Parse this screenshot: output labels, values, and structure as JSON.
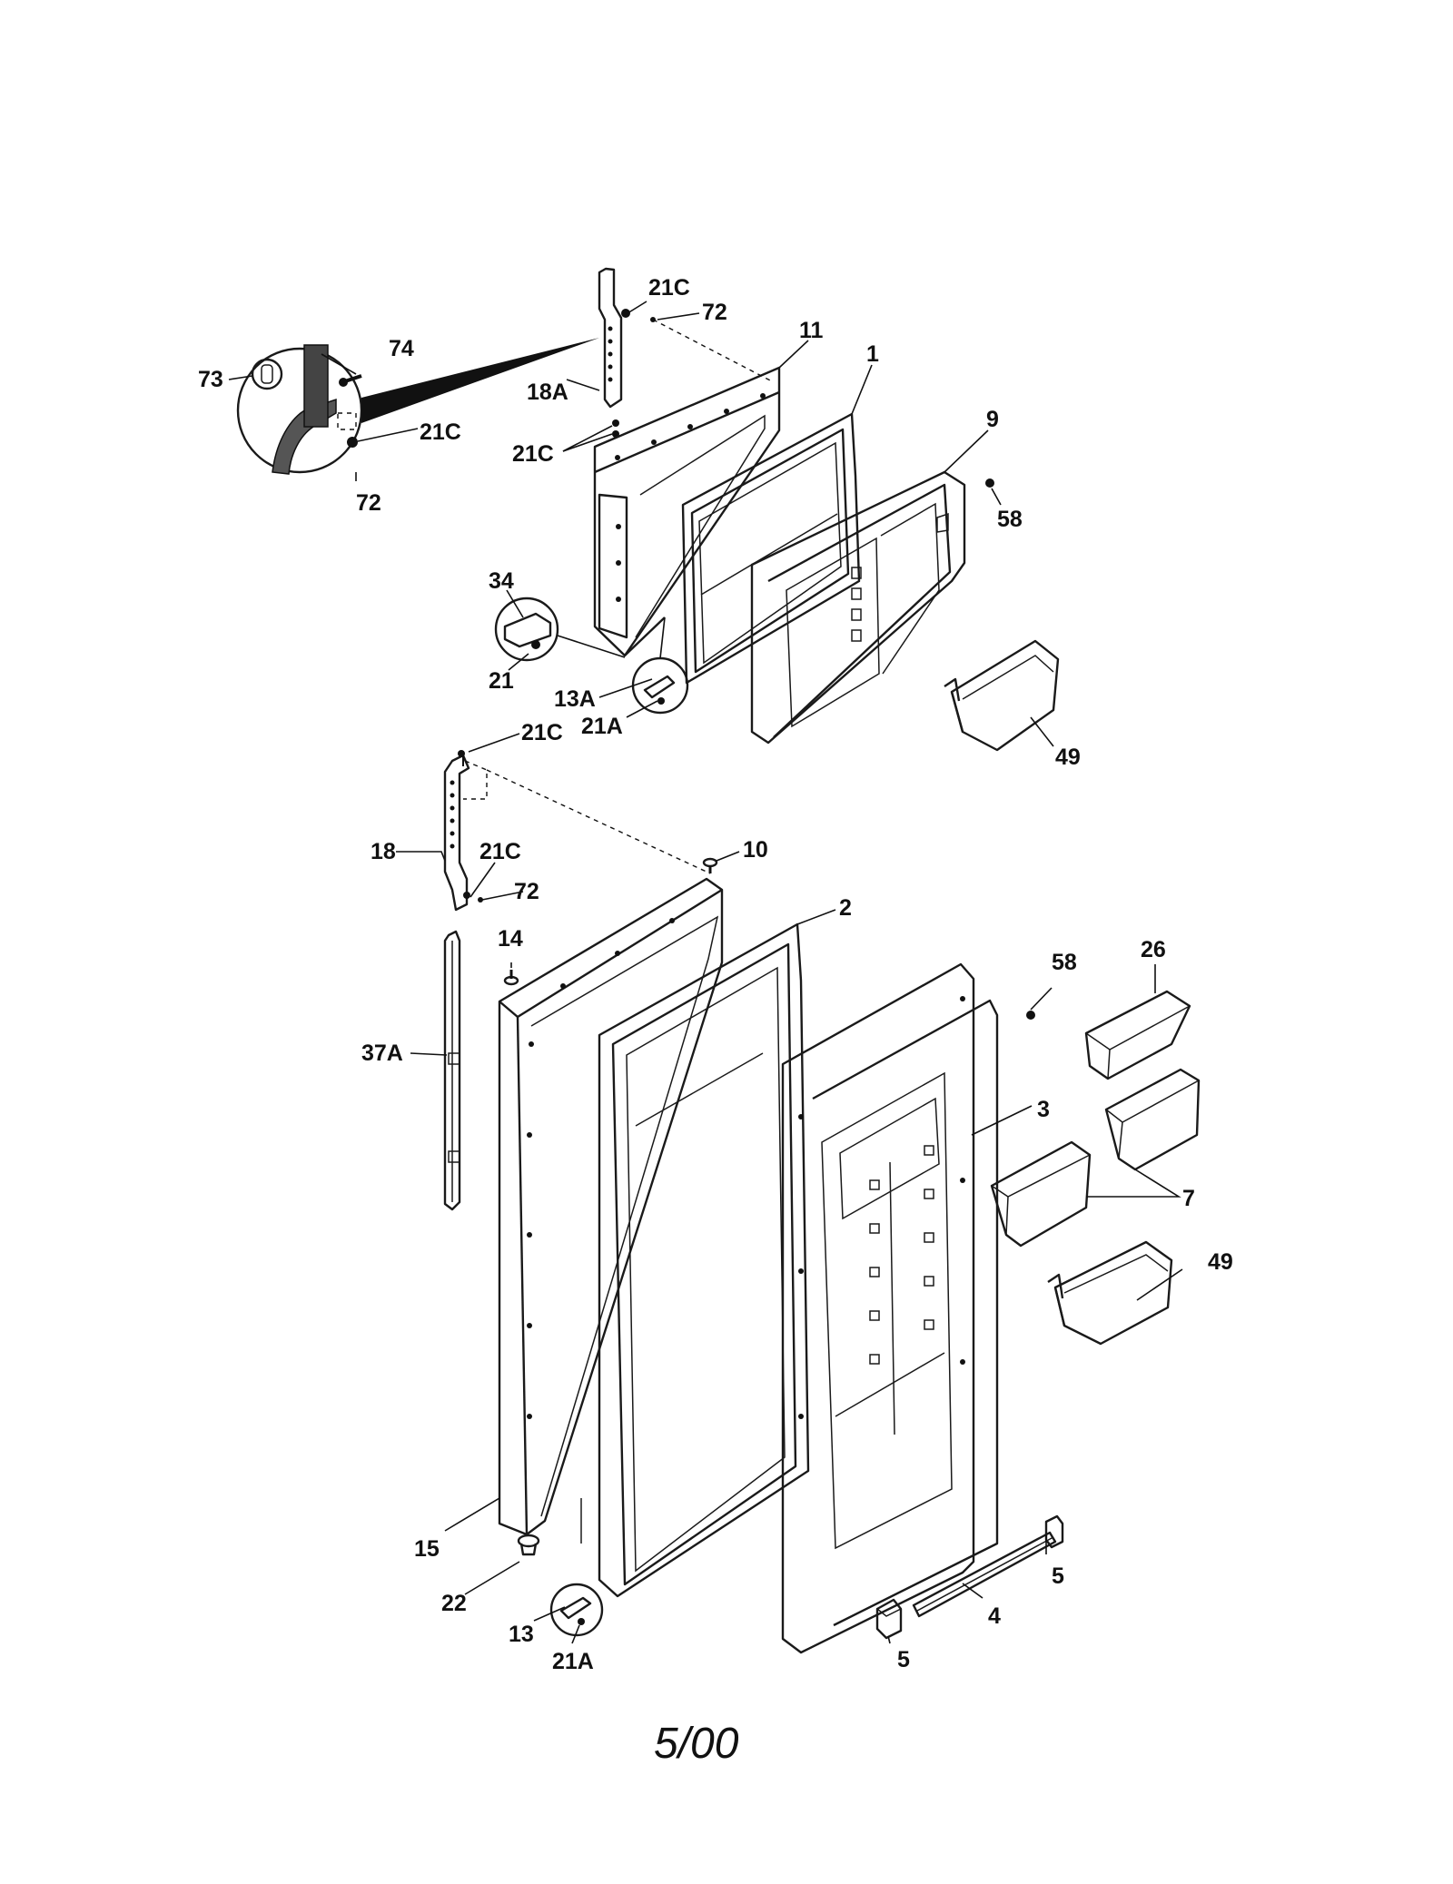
{
  "labels": {
    "l21c_a": "21C",
    "l72_a": "72",
    "l74": "74",
    "l73": "73",
    "l18a": "18A",
    "l21c_b": "21C",
    "l21c_c": "21C",
    "l72_b": "72",
    "l11": "11",
    "l1": "1",
    "l9": "9",
    "l58_a": "58",
    "l34": "34",
    "l21": "21",
    "l13a": "13A",
    "l21a_a": "21A",
    "l49_a": "49",
    "l21c_d": "21C",
    "l18": "18",
    "l21c_e": "21C",
    "l72_c": "72",
    "l10": "10",
    "l2": "2",
    "l14": "14",
    "l58_b": "58",
    "l26": "26",
    "l37a": "37A",
    "l3": "3",
    "l7": "7",
    "l49_b": "49",
    "l15": "15",
    "l5_a": "5",
    "l22": "22",
    "l4": "4",
    "l13": "13",
    "l5_b": "5",
    "l21a_b": "21A"
  },
  "footer": {
    "date": "5/00"
  }
}
